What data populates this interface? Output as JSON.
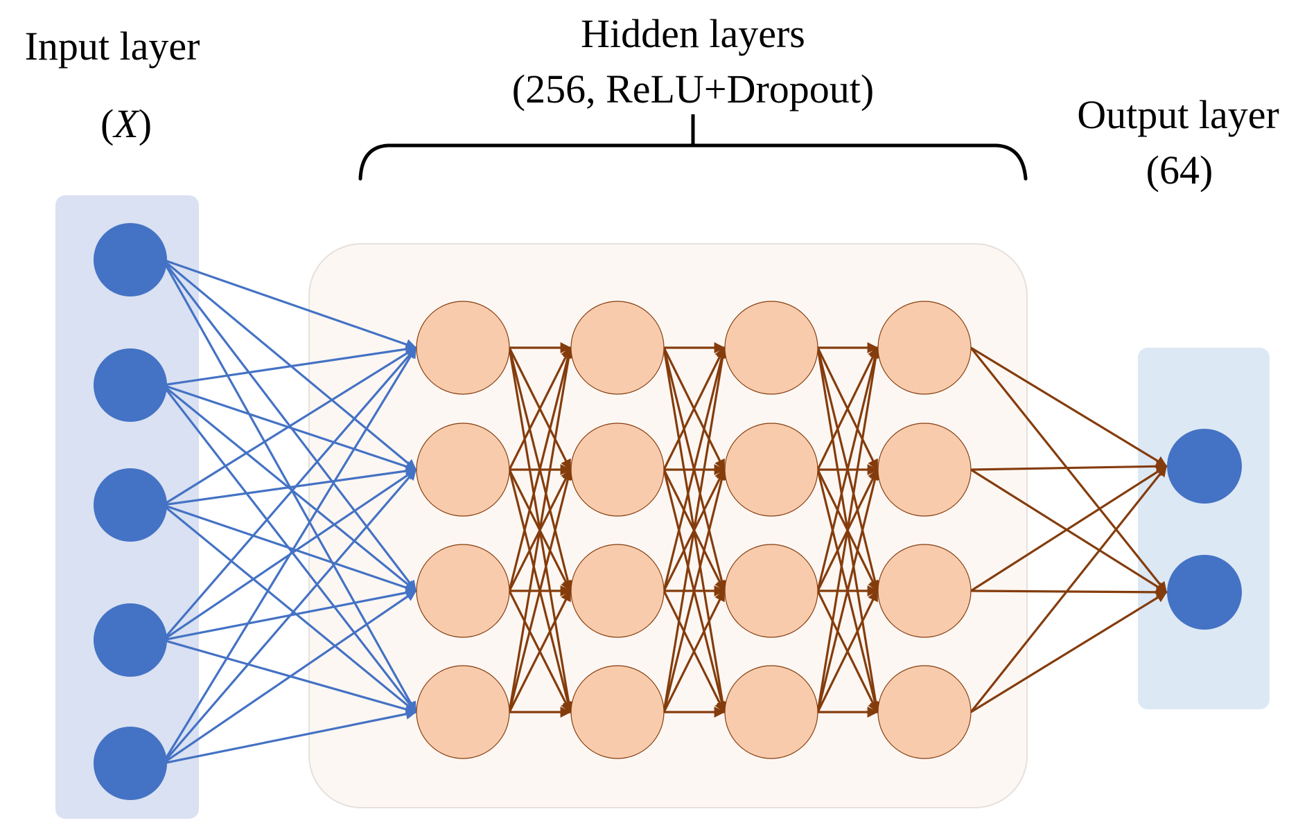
{
  "labels": {
    "input_title": "Input layer",
    "input_sub_open": "(",
    "input_sub_var": "X",
    "input_sub_close": ")",
    "hidden_title": "Hidden layers",
    "hidden_sub": "(256, ReLU+Dropout)",
    "output_title": "Output layer",
    "output_sub": "(64)"
  },
  "network": {
    "input_nodes": 5,
    "hidden_layers": 4,
    "hidden_nodes_per_layer": 4,
    "output_nodes": 2
  },
  "colors": {
    "input_panel_fill": "#d9e1f2",
    "input_node_fill": "#4472c4",
    "input_edge": "#4472c4",
    "hidden_panel_fill": "#fdf7f3",
    "hidden_panel_stroke": "#e6e0dc",
    "hidden_node_fill": "#f8cbad",
    "hidden_node_stroke": "#843c0c",
    "hidden_edge": "#843c0c",
    "output_panel_fill": "#dde8f5",
    "output_node_fill": "#4472c4",
    "brace": "#000000"
  }
}
